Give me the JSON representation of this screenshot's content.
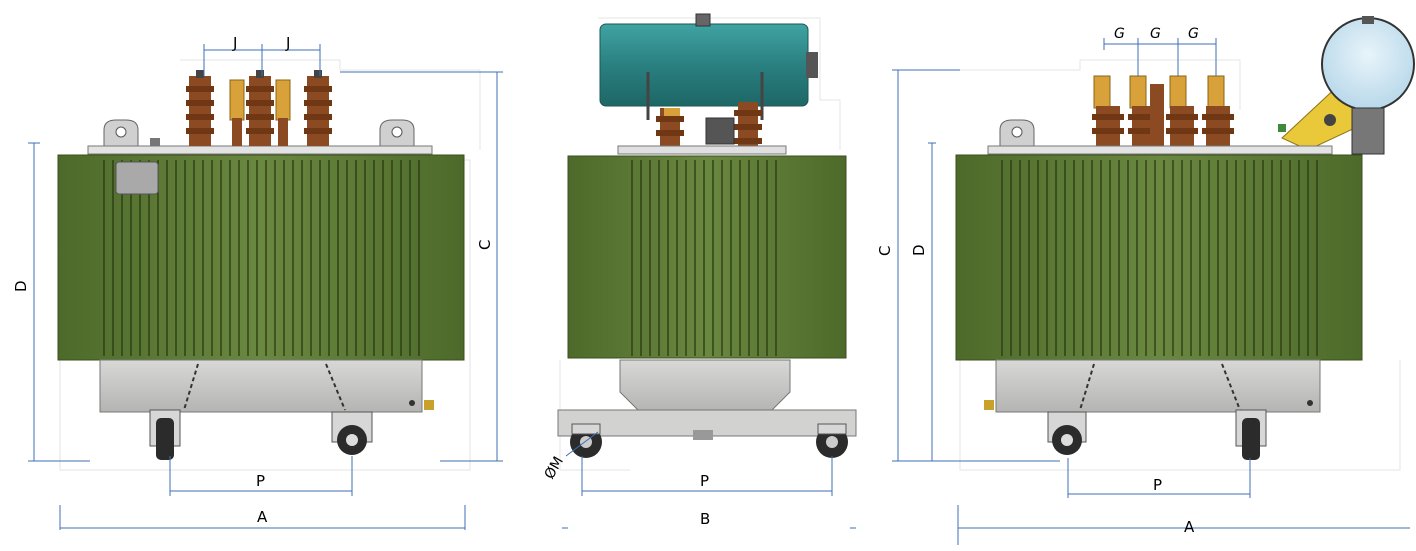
{
  "colors": {
    "tank": "#5f7a35",
    "tank_dark": "#3f5421",
    "fin_line": "#26330f",
    "base": "#c8c8c6",
    "conservator": "#2e8c8c",
    "bushing": "#8b4a22",
    "terminal": "#d8a13a",
    "dim_line": "#3d6fb6",
    "yellow_bracket": "#e9c839",
    "light_blue": "#cfe6f2"
  },
  "labels": {
    "front": {
      "J1": "J",
      "J2": "J",
      "D": "D",
      "C": "C",
      "P": "P",
      "A": "A"
    },
    "side": {
      "OM": "ØM",
      "P": "P",
      "B": "B"
    },
    "right": {
      "G1": "G",
      "G2": "G",
      "G3": "G",
      "C": "C",
      "D": "D",
      "P": "P",
      "A": "A"
    }
  }
}
